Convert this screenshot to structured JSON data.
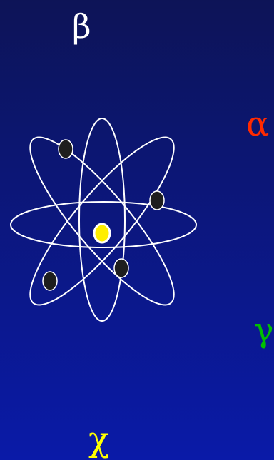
{
  "symbols": {
    "beta": {
      "text": "β",
      "color": "#ffffff"
    },
    "alpha": {
      "text": "α",
      "color": "#ff2a00"
    },
    "gamma": {
      "text": "γ",
      "color": "#00c000"
    },
    "chi": {
      "text": "χ",
      "color": "#ffff00"
    }
  },
  "atom": {
    "orbit_color": "#ffffff",
    "electron_color": "#1e1e1e",
    "nucleus_color": "#ffee00"
  },
  "colors": {
    "background_top": "#0d1457",
    "background_bottom": "#0a1aa8"
  }
}
